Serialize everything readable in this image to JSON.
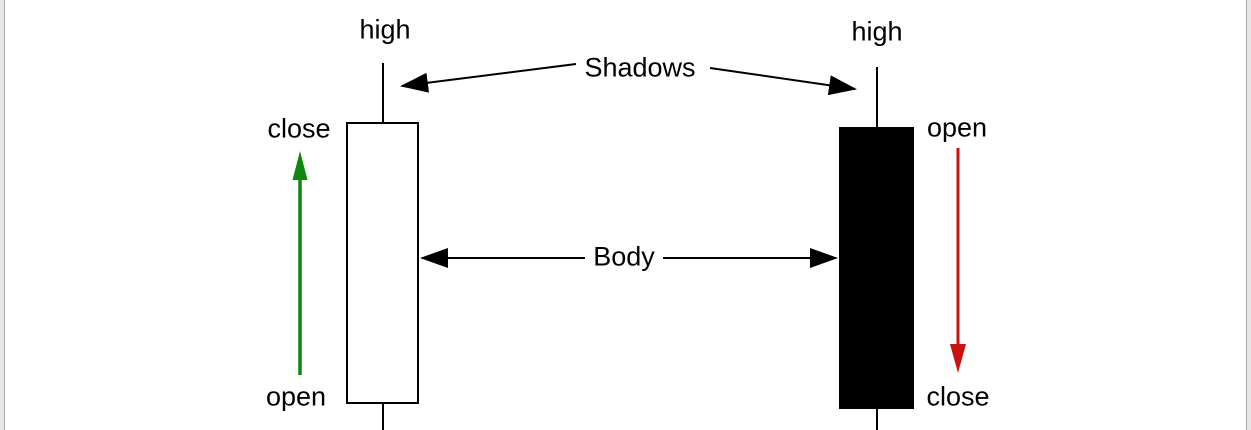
{
  "window": {
    "content_bg": "#ffffff",
    "margin_bg": "#e7e7e7",
    "margin_border": "#a9a9a9"
  },
  "diagram": {
    "shadows_label": "Shadows",
    "body_label": "Body",
    "line_color": "#000000",
    "left_candle": {
      "kind": "bullish-white-candle",
      "high_label": "high",
      "close_label": "close",
      "open_label": "open",
      "body_fill": "#ffffff",
      "outline_color": "#000000",
      "trend_arrow": {
        "direction": "up",
        "color": "#0d880d"
      }
    },
    "right_candle": {
      "kind": "bearish-black-candle",
      "high_label": "high",
      "open_label": "open",
      "close_label": "close",
      "body_fill": "#000000",
      "outline_color": "#000000",
      "trend_arrow": {
        "direction": "down",
        "color": "#cc1111"
      }
    }
  }
}
